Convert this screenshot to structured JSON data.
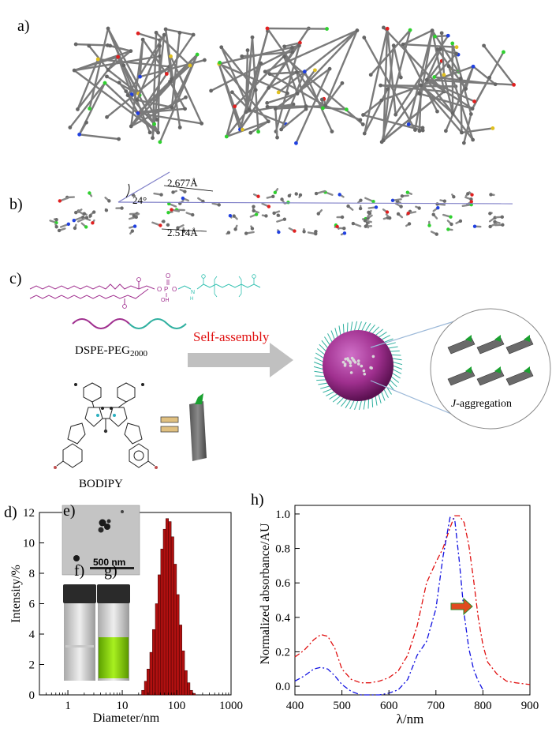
{
  "panel_labels": {
    "a": "a)",
    "b": "b)",
    "c": "c)",
    "d": "d)",
    "e": "e)",
    "f": "f)",
    "g": "g)",
    "h": "h)"
  },
  "panel_b": {
    "angle": "24°",
    "distance_1": "2.677Å",
    "distance_2": "2.514Å"
  },
  "panel_c": {
    "dspe_label": "DSPE-PEG",
    "dspe_subscript": "2000",
    "bodipy_label": "BODIPY",
    "self_assembly": "Self-assembly",
    "j_aggregation_italic": "J",
    "j_aggregation_rest": "-aggregation"
  },
  "panel_e": {
    "scale_bar": "500 nm"
  },
  "colors": {
    "bar_fill": "#b01010",
    "self_assembly_text": "#e01010",
    "series_red": "#e01010",
    "series_blue": "#1010e0",
    "sphere": "#a0308f",
    "arrow_gray": "#c0c0c0"
  },
  "chart_data": [
    {
      "type": "bar",
      "panel": "d",
      "xlabel": "Diameter/nm",
      "ylabel": "Intensity/%",
      "xscale": "log",
      "xlim": [
        0.3,
        1000
      ],
      "ylim": [
        0,
        12
      ],
      "xticks": [
        "1",
        "10",
        "100",
        "1000"
      ],
      "yticks": [
        "0",
        "2",
        "4",
        "6",
        "8",
        "10",
        "12"
      ],
      "x": [
        24,
        27,
        30,
        34,
        38,
        43,
        48,
        54,
        60,
        67,
        75,
        84,
        94,
        105,
        118,
        132,
        148,
        166,
        186,
        208
      ],
      "values": [
        0.3,
        0.9,
        1.7,
        2.8,
        4.3,
        6.0,
        7.9,
        9.6,
        10.9,
        11.6,
        11.4,
        10.4,
        8.6,
        6.6,
        4.6,
        2.9,
        1.6,
        0.8,
        0.3,
        0.1
      ]
    },
    {
      "type": "line",
      "panel": "h",
      "xlabel": "λ/nm",
      "ylabel": "Normalized absorbance/AU",
      "xlim": [
        400,
        900
      ],
      "ylim": [
        -0.05,
        1.05
      ],
      "xticks": [
        "400",
        "500",
        "600",
        "700",
        "800",
        "900"
      ],
      "yticks": [
        "0.0",
        "0.2",
        "0.4",
        "0.6",
        "0.8",
        "1.0"
      ],
      "series": [
        {
          "color": "#e01010",
          "x": [
            400,
            420,
            440,
            455,
            470,
            485,
            500,
            520,
            540,
            560,
            580,
            600,
            620,
            640,
            660,
            680,
            700,
            715,
            730,
            740,
            750,
            760,
            770,
            780,
            790,
            800,
            810,
            830,
            850,
            870,
            900
          ],
          "values": [
            0.17,
            0.21,
            0.27,
            0.3,
            0.29,
            0.22,
            0.1,
            0.04,
            0.02,
            0.02,
            0.03,
            0.05,
            0.09,
            0.18,
            0.35,
            0.6,
            0.72,
            0.8,
            0.92,
            0.99,
            0.99,
            0.95,
            0.82,
            0.62,
            0.4,
            0.24,
            0.14,
            0.07,
            0.03,
            0.02,
            0.01
          ]
        },
        {
          "color": "#1010e0",
          "x": [
            400,
            420,
            440,
            455,
            470,
            485,
            500,
            520,
            540,
            560,
            580,
            600,
            620,
            640,
            660,
            680,
            700,
            715,
            730,
            740,
            750,
            760,
            770,
            780,
            790,
            800
          ],
          "values": [
            0.03,
            0.06,
            0.1,
            0.11,
            0.1,
            0.06,
            0.01,
            -0.03,
            -0.05,
            -0.05,
            -0.05,
            -0.04,
            -0.02,
            0.04,
            0.18,
            0.26,
            0.45,
            0.75,
            0.98,
            0.97,
            0.72,
            0.42,
            0.22,
            0.1,
            0.03,
            -0.02
          ]
        }
      ]
    }
  ]
}
